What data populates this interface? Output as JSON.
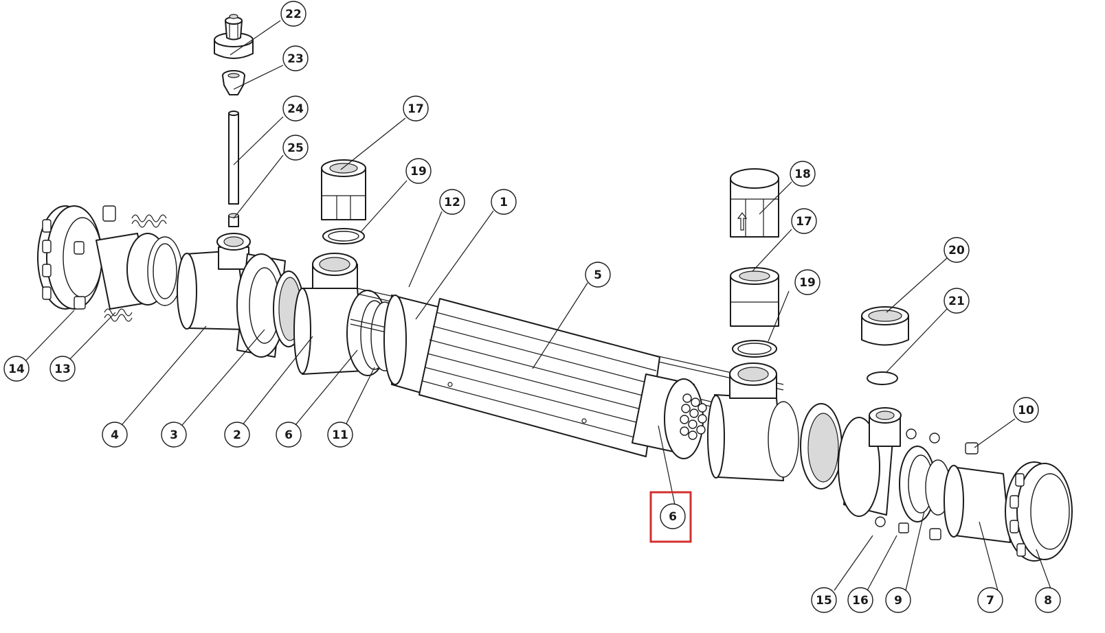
{
  "highlight_color": "#d32f2f",
  "callouts": [
    {
      "label": "22"
    },
    {
      "label": "23"
    },
    {
      "label": "24"
    },
    {
      "label": "25"
    },
    {
      "label": "17"
    },
    {
      "label": "19"
    },
    {
      "label": "12"
    },
    {
      "label": "1"
    },
    {
      "label": "18"
    },
    {
      "label": "17"
    },
    {
      "label": "19"
    },
    {
      "label": "5"
    },
    {
      "label": "20"
    },
    {
      "label": "21"
    },
    {
      "label": "10"
    },
    {
      "label": "14"
    },
    {
      "label": "13"
    },
    {
      "label": "4"
    },
    {
      "label": "3"
    },
    {
      "label": "2"
    },
    {
      "label": "6"
    },
    {
      "label": "11"
    },
    {
      "label": "6"
    },
    {
      "label": "15"
    },
    {
      "label": "16"
    },
    {
      "label": "9"
    },
    {
      "label": "7"
    },
    {
      "label": "8"
    }
  ],
  "highlighted_callout": 22
}
